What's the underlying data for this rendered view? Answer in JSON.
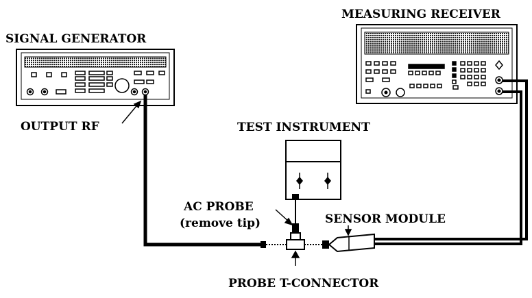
{
  "labels": {
    "signal_generator": "SIGNAL GENERATOR",
    "measuring_receiver": "MEASURING RECEIVER",
    "output_rf": "OUTPUT RF",
    "test_instrument": "TEST INSTRUMENT",
    "ac_probe_line1": "AC PROBE",
    "ac_probe_line2": "(remove tip)",
    "sensor_module": "SENSOR MODULE",
    "probe_t_connector": "PROBE T-CONNECTOR"
  },
  "icons": [
    "signal-generator-icon",
    "measuring-receiver-icon",
    "test-instrument-icon",
    "sensor-module-icon",
    "t-connector-icon",
    "arrow-icon"
  ],
  "colors": {
    "ink": "#000000",
    "paper": "#ffffff",
    "display": "#444444"
  }
}
